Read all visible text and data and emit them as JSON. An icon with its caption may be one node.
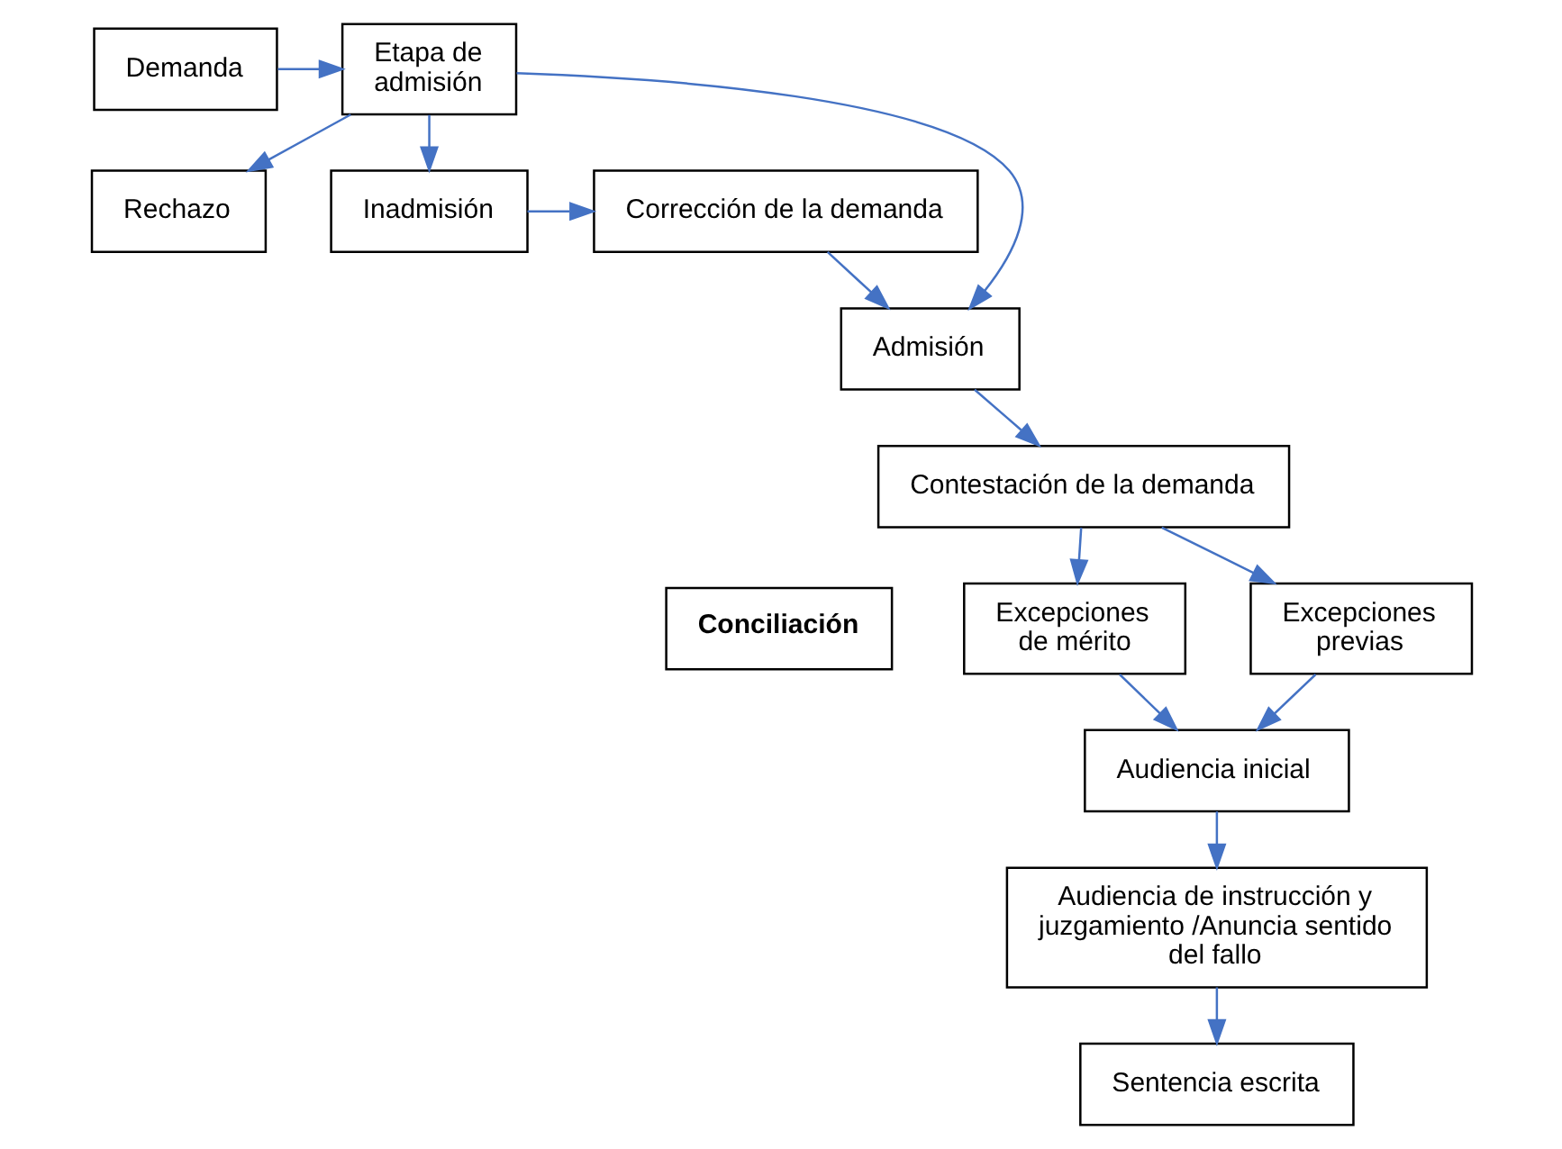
{
  "diagram": {
    "nodes": [
      {
        "text": [
          "Demanda"
        ]
      },
      {
        "text": [
          "Etapa de admisión"
        ]
      },
      {
        "text": [
          "Rechazo"
        ]
      },
      {
        "text": [
          "Inadmisión"
        ]
      },
      {
        "text": [
          "Corrección de la demanda"
        ]
      },
      {
        "text": [
          "Admisión"
        ]
      },
      {
        "text": [
          "Conciliación"
        ]
      },
      {
        "text": [
          "Contestación de la demanda"
        ]
      },
      {
        "text": [
          "Excepciones de mérito"
        ]
      },
      {
        "text": [
          "Excepciones previas"
        ]
      },
      {
        "text": [
          "Audiencia inicial"
        ]
      },
      {
        "text": [
          "Audiencia de instrucción y juzgamiento /Anuncia sentido del fallo"
        ]
      },
      {
        "text": [
          "Sentencia escrita"
        ]
      }
    ],
    "edges": [
      {
        "from": 0,
        "to": 1,
        "arrow": "to"
      },
      {
        "from": 1,
        "to": 2,
        "arrow": "to"
      },
      {
        "from": 1,
        "to": 3,
        "arrow": "to"
      },
      {
        "from": 1,
        "to": 5,
        "arrow": "to"
      },
      {
        "from": 3,
        "to": 4,
        "arrow": "to"
      },
      {
        "from": 4,
        "to": 5,
        "arrow": "to"
      },
      {
        "from": 5,
        "to": 7,
        "arrow": "to"
      },
      {
        "from": 7,
        "to": 8,
        "arrow": "to"
      },
      {
        "from": 7,
        "to": 9,
        "arrow": "to"
      },
      {
        "from": 8,
        "to": 10,
        "arrow": "to"
      },
      {
        "from": 9,
        "to": 10,
        "arrow": "to"
      },
      {
        "from": 10,
        "to": 11,
        "arrow": "to"
      },
      {
        "from": 11,
        "to": 12,
        "arrow": "to"
      }
    ]
  }
}
